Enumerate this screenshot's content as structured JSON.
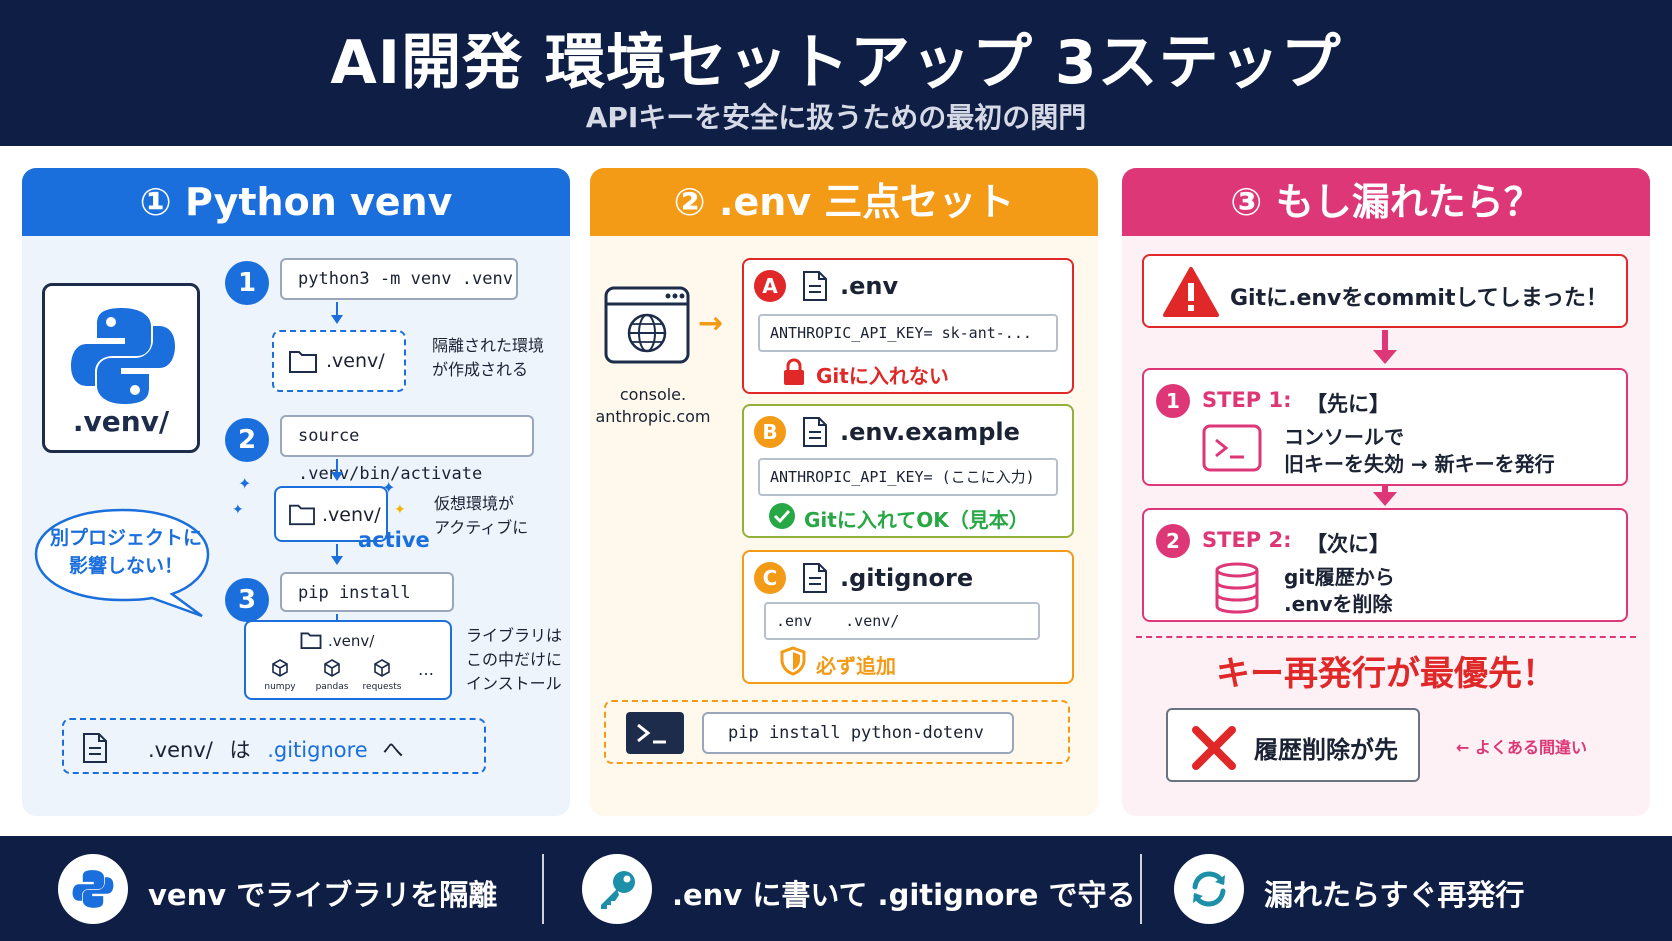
{
  "header": {
    "title": "AI開発 環境セットアップ 3ステップ",
    "subtitle": "APIキーを安全に扱うための最初の関門"
  },
  "panel1": {
    "title": "① Python venv",
    "logo_label": ".venv/",
    "step1_num": "1",
    "step1_cmd": "python3 -m venv .venv",
    "venv_folder": ".venv/",
    "step1_note": [
      "隔離された環境",
      "が作成される"
    ],
    "step2_num": "2",
    "step2_cmd": "source .venv/bin/activate",
    "active_folder": ".venv/",
    "active_label": "active",
    "step2_note": [
      "仮想環境が",
      "アクティブに"
    ],
    "bubble": [
      "別プロジェクトに",
      "影響しない！"
    ],
    "step3_num": "3",
    "step3_cmd": "pip install",
    "lib_folder": ".venv/",
    "libs": [
      "numpy",
      "pandas",
      "requests"
    ],
    "lib_more": "…",
    "step3_note": [
      "ライブラリは",
      "この中だけに",
      "インストール"
    ],
    "gitignore_a": ".venv/",
    "gitignore_b": "は",
    "gitignore_c": ".gitignore",
    "gitignore_d": "へ"
  },
  "panel2": {
    "title": "② .env 三点セット",
    "console_label": [
      "console.",
      "anthropic.com"
    ],
    "cardA": {
      "badge": "A",
      "title": ".env",
      "code": "ANTHROPIC_API_KEY= sk-ant-...",
      "status": "Gitに入れない"
    },
    "cardB": {
      "badge": "B",
      "title": ".env.example",
      "code": "ANTHROPIC_API_KEY= (ここに入力)",
      "status": "Gitに入れてOK（見本）"
    },
    "cardC": {
      "badge": "C",
      "title": ".gitignore",
      "code1": ".env",
      "code2": ".venv/",
      "status": "必ず追加"
    },
    "terminal_cmd": "pip install python-dotenv"
  },
  "panel3": {
    "title": "③ もし漏れたら？",
    "alert": "Gitに.envをcommitしてしまった！",
    "step1": {
      "num": "1",
      "label": "STEP 1:",
      "tail": "【先に】",
      "lines": [
        "コンソールで",
        "旧キーを失効 → 新キーを発行"
      ]
    },
    "step2": {
      "num": "2",
      "label": "STEP 2:",
      "tail": "【次に】",
      "lines": [
        "git履歴から",
        ".envを削除"
      ]
    },
    "priority": "キー再発行が最優先！",
    "wrong": "履歴削除が先",
    "wrong_note": "← よくある間違い"
  },
  "footer": {
    "item1": "venv でライブラリを隔離",
    "item2": ".env に書いて .gitignore で守る",
    "item3": "漏れたらすぐ再発行"
  },
  "colors": {
    "navy": "#0f1e45",
    "blue": "#1a6fdc",
    "orange": "#f39a17",
    "pink": "#dd3777",
    "red": "#e02828",
    "green": "#27a844"
  }
}
